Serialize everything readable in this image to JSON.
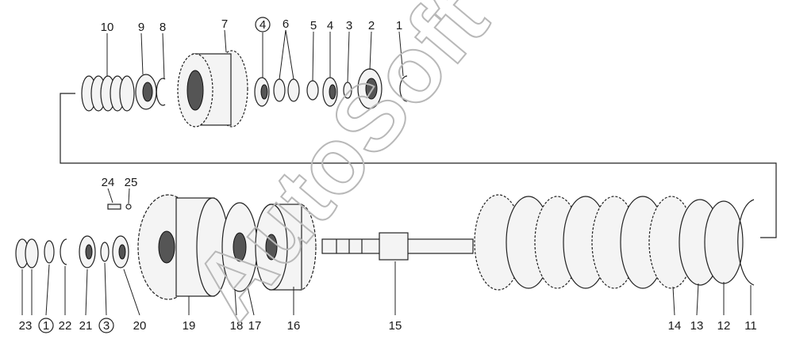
{
  "watermark": "AutoSoft",
  "callouts": {
    "c10": "10",
    "c9": "9",
    "c8": "8",
    "c7": "7",
    "c4a": "4",
    "c6": "6",
    "c5": "5",
    "c4b": "4",
    "c3a": "3",
    "c2": "2",
    "c1a": "1",
    "c24": "24",
    "c25": "25",
    "c23": "23",
    "c1b": "1",
    "c22": "22",
    "c21": "21",
    "c3b": "3",
    "c20": "20",
    "c19": "19",
    "c18": "18",
    "c17": "17",
    "c16": "16",
    "c15": "15",
    "c14": "14",
    "c13": "13",
    "c12": "12",
    "c11": "11"
  }
}
